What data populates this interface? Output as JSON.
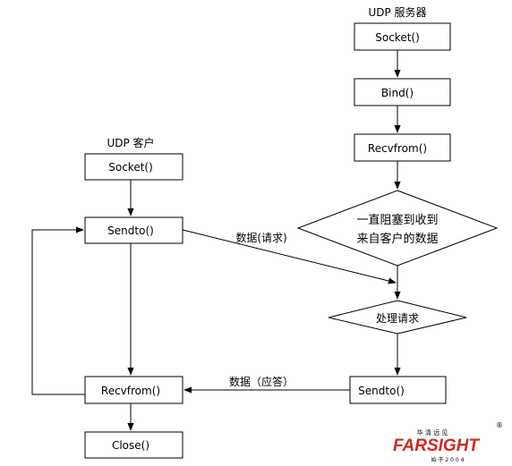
{
  "server": {
    "title": "UDP 服务器",
    "socket": "Socket()",
    "bind": "Bind()",
    "recvfrom": "Recvfrom()",
    "block_line1": "一直阻塞到收到",
    "block_line2": "来自客户的数据",
    "process": "处理请求",
    "sendto": "Sendto()"
  },
  "client": {
    "title": "UDP 客户",
    "socket": "Socket()",
    "sendto": "Sendto()",
    "recvfrom": "Recvfrom()",
    "close": "Close()"
  },
  "edges": {
    "request": "数据(请求)",
    "reply": "数据（应答）"
  },
  "logo": {
    "top_text": "华 清 远 见",
    "brand": "FARSIGHT",
    "sub_text": "始 于 2 0 0 4",
    "brand_color": "#cc2a1e",
    "registered": "®"
  }
}
